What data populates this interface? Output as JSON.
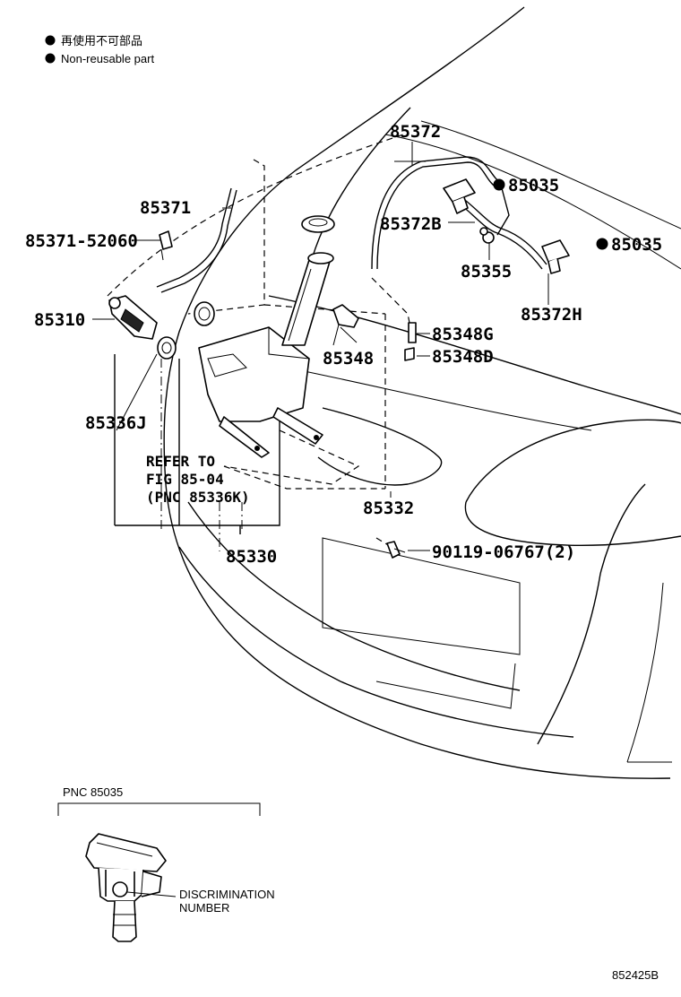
{
  "legend": {
    "jp_text": "再使用不可部品",
    "en_text": "Non-reusable part"
  },
  "parts": {
    "p85372": "85372",
    "p85035_top": "85035",
    "p85372B": "85372B",
    "p85035_right": "85035",
    "p85371": "85371",
    "p85371_52060": "85371-52060",
    "p85355": "85355",
    "p85372H": "85372H",
    "p85310": "85310",
    "p85348G": "85348G",
    "p85348": "85348",
    "p85348D": "85348D",
    "p85336J": "85336J",
    "refer_line1": "REFER TO",
    "refer_line2": "FIG 85-04",
    "refer_line3": "(PNC 85336K)",
    "p85332": "85332",
    "p90119": "90119-06767(2)",
    "p85330": "85330"
  },
  "inset": {
    "title": "PNC 85035",
    "callout_line1": "DISCRIMINATION",
    "callout_line2": "NUMBER"
  },
  "figure_id": "852425B",
  "colors": {
    "ink": "#000000",
    "paper": "#ffffff"
  }
}
